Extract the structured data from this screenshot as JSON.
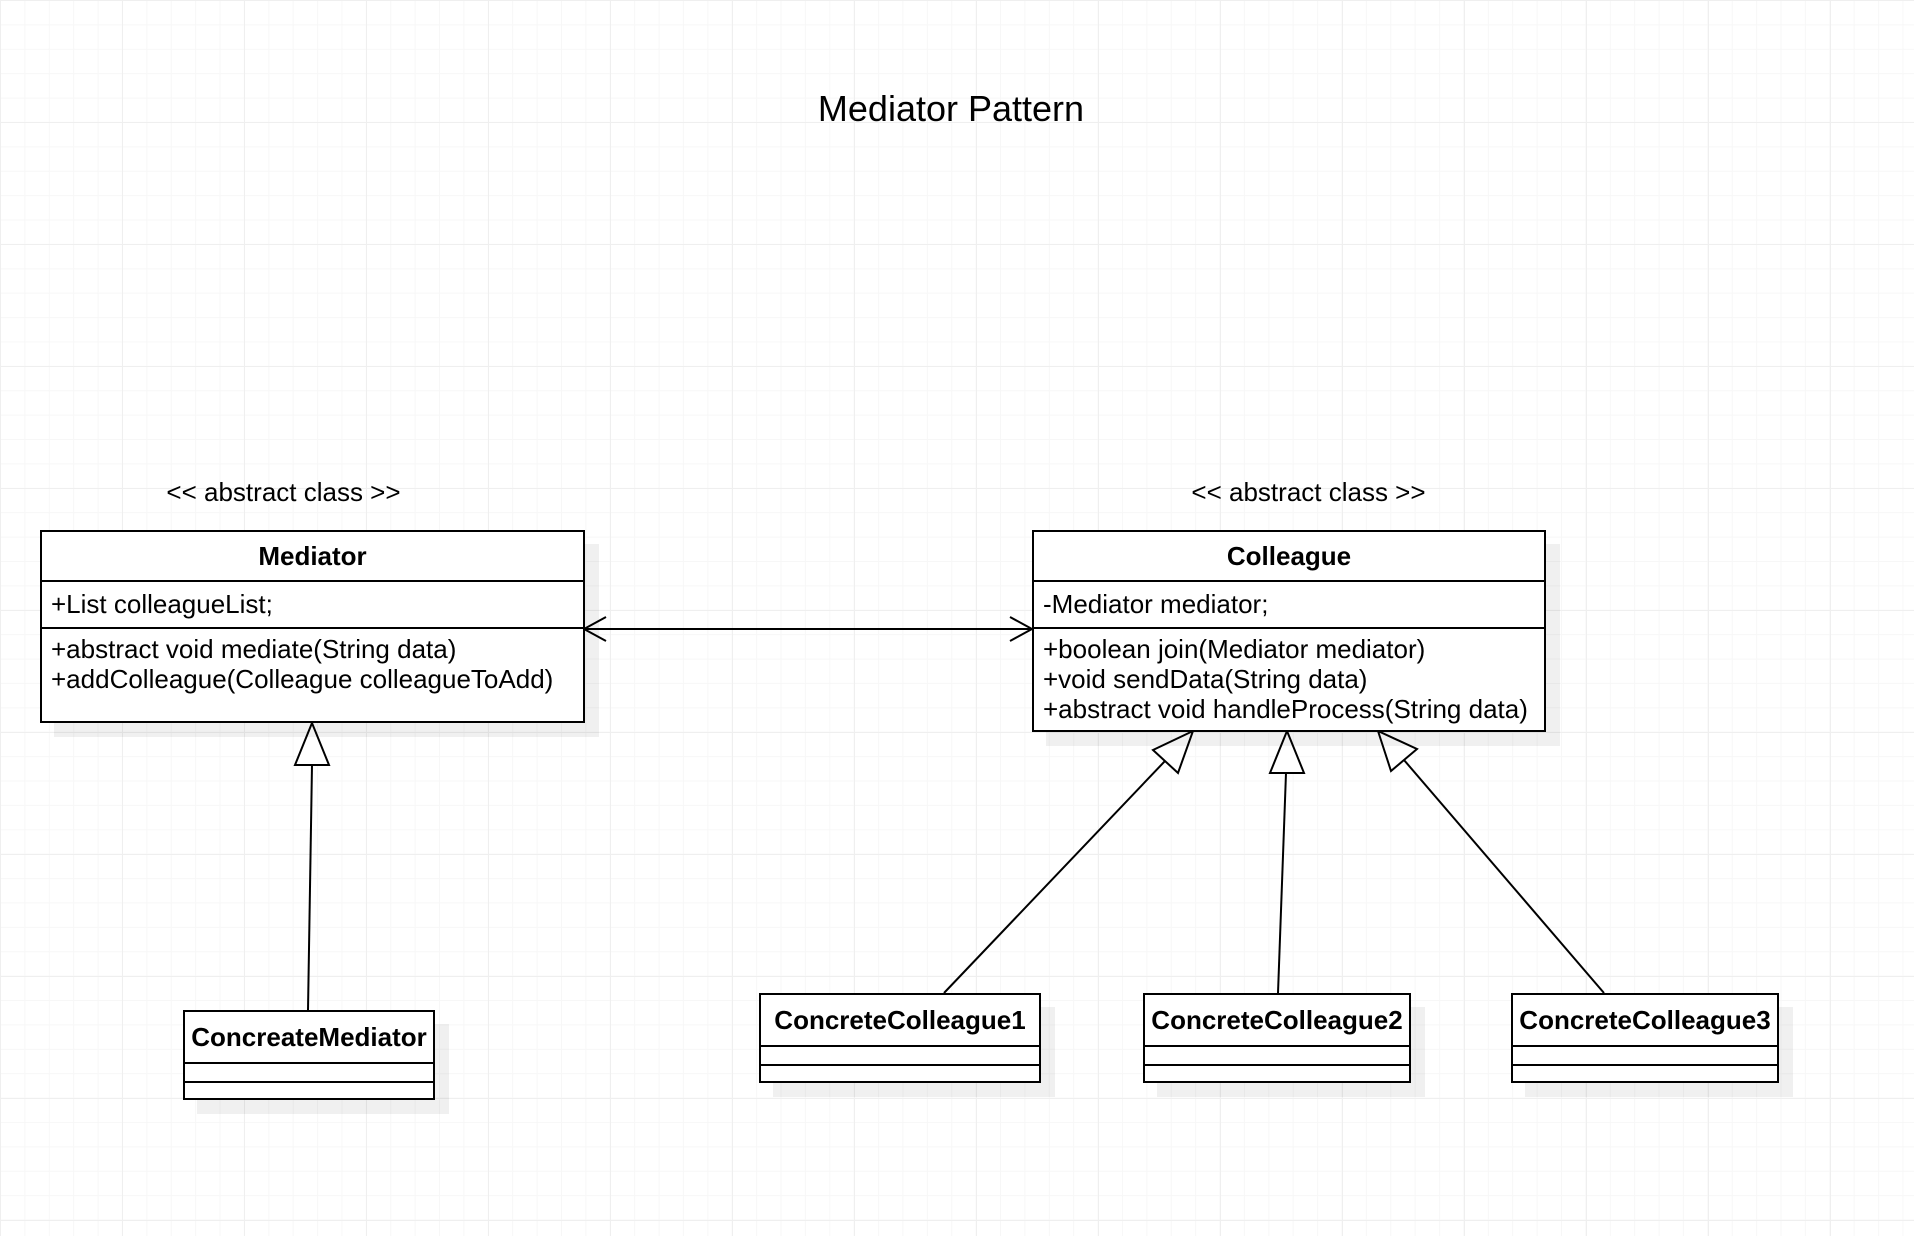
{
  "diagram": {
    "title": "Mediator Pattern",
    "mediator": {
      "stereotype": "<< abstract class >>",
      "name": "Mediator",
      "attributes": [
        "+List colleagueList;"
      ],
      "operations": [
        "+abstract void mediate(String data)",
        "+addColleague(Colleague colleagueToAdd)"
      ]
    },
    "colleague": {
      "stereotype": "<< abstract class >>",
      "name": "Colleague",
      "attributes": [
        "-Mediator mediator;"
      ],
      "operations": [
        "+boolean join(Mediator mediator)",
        "+void sendData(String data)",
        "+abstract void handleProcess(String data)"
      ]
    },
    "concrete_mediator": {
      "name": "ConcreateMediator"
    },
    "concrete_colleague_1": {
      "name": "ConcreteColleague1"
    },
    "concrete_colleague_2": {
      "name": "ConcreteColleague2"
    },
    "concrete_colleague_3": {
      "name": "ConcreteColleague3"
    },
    "edges": [
      {
        "from": "Mediator",
        "to": "Colleague",
        "type": "bidirectional-association"
      },
      {
        "from": "ConcreateMediator",
        "to": "Mediator",
        "type": "generalization"
      },
      {
        "from": "ConcreteColleague1",
        "to": "Colleague",
        "type": "generalization"
      },
      {
        "from": "ConcreteColleague2",
        "to": "Colleague",
        "type": "generalization"
      },
      {
        "from": "ConcreteColleague3",
        "to": "Colleague",
        "type": "generalization"
      }
    ]
  }
}
